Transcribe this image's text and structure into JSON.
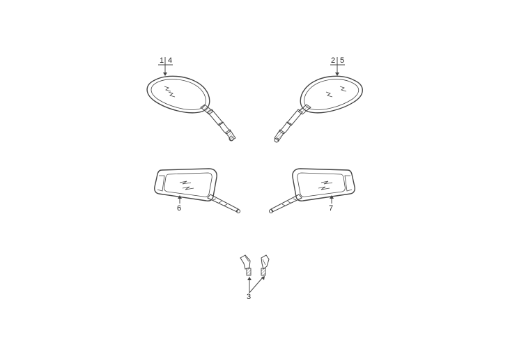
{
  "labels": {
    "part_1": "1",
    "part_2": "2",
    "part_3": "3",
    "part_4": "4",
    "part_5": "5",
    "part_6": "6",
    "part_7": "7"
  },
  "colors": {
    "line": "#444444",
    "background": "#ffffff"
  }
}
